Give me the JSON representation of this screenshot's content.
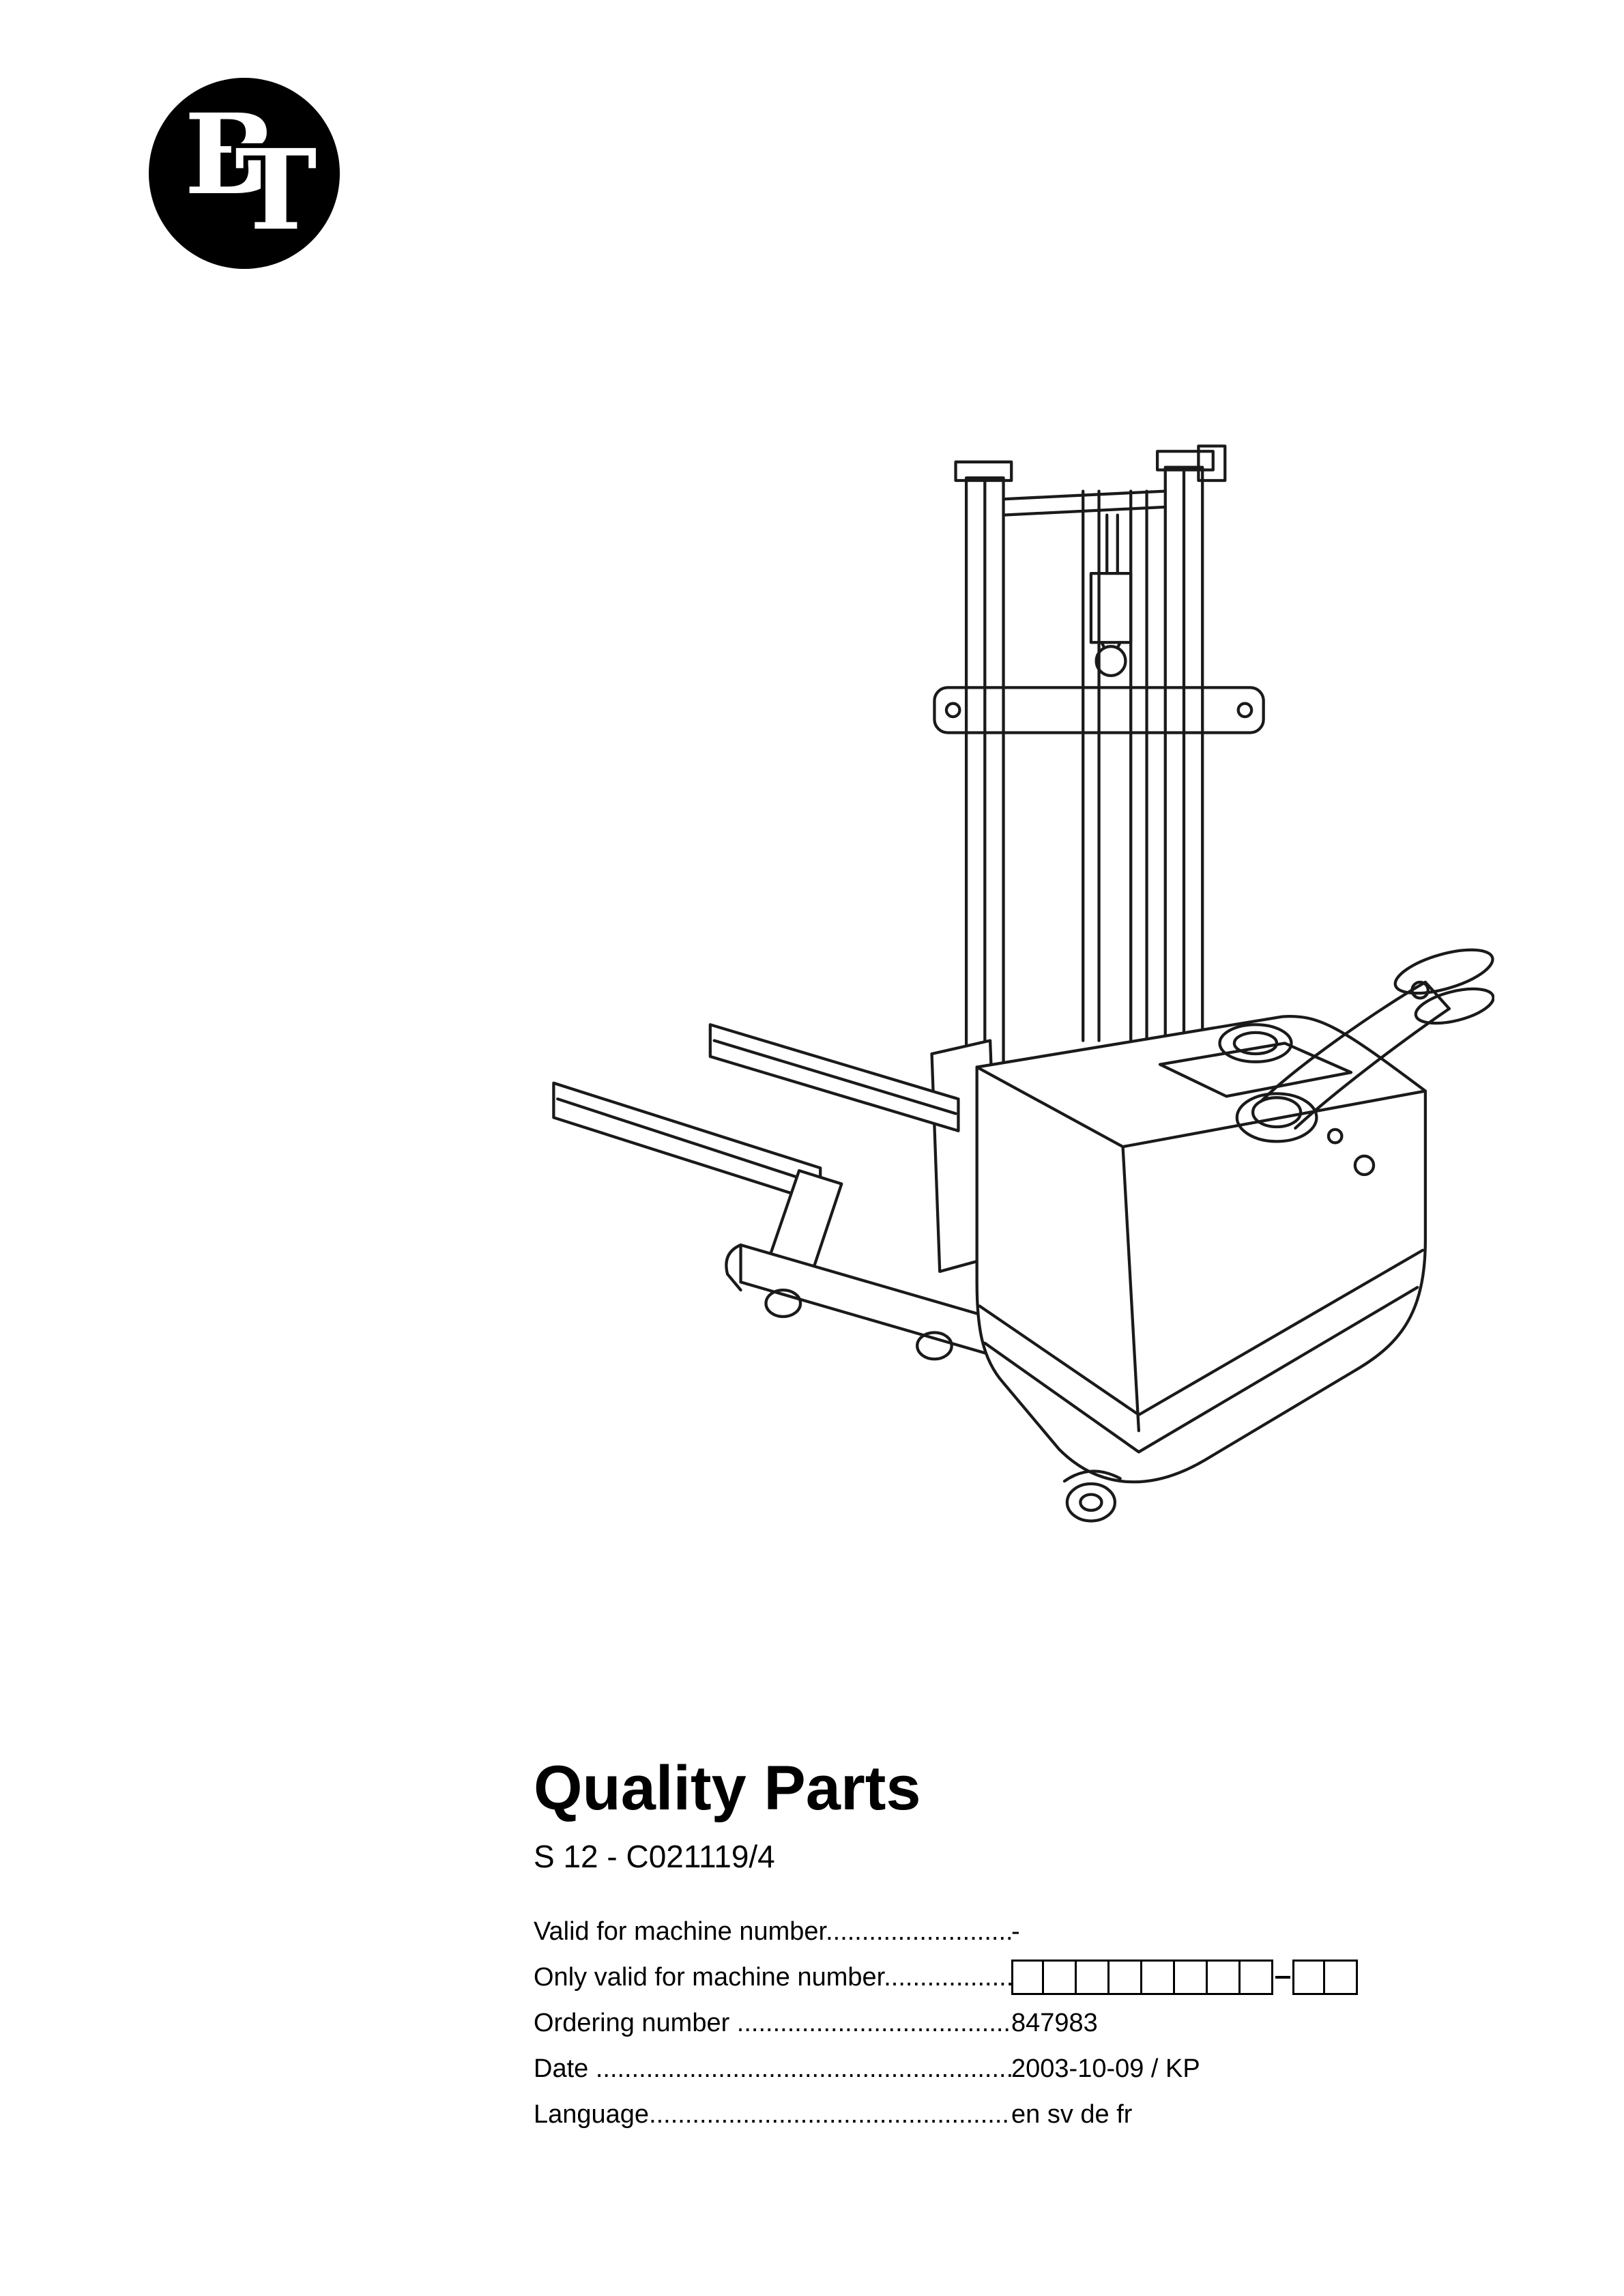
{
  "logo": {
    "letter_b": "B",
    "letter_t": "T",
    "bg_color": "#000000",
    "letter_color": "#ffffff"
  },
  "figure": {
    "description": "Line drawing of a BT pedestrian-operated pallet stacker truck with mast, forks and tiller arm",
    "stroke_color": "#1a1a1a"
  },
  "title_block": {
    "title": "Quality Parts",
    "model": "S 12 - C021119/4",
    "fields": [
      {
        "label": "Valid for machine number......................................",
        "type": "text",
        "value": "-"
      },
      {
        "label": "Only valid for machine number.............................",
        "type": "boxes",
        "box_groups": [
          8,
          2
        ],
        "separator": "-"
      },
      {
        "label": "Ordering number ..................................................",
        "type": "text",
        "value": "847983"
      },
      {
        "label": "Date ......................................................................",
        "type": "text",
        "value": "2003-10-09 / KP"
      },
      {
        "label": "Language...............................................................",
        "type": "text",
        "value": "en sv de fr"
      }
    ]
  }
}
